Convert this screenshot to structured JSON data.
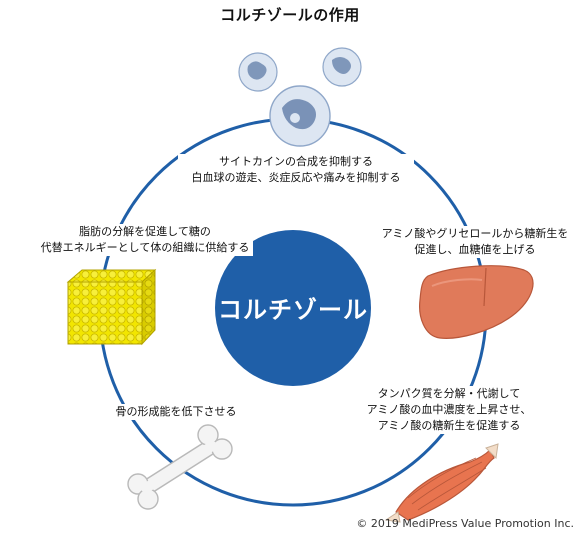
{
  "title": "コルチゾールの作用",
  "center": "コルチゾール",
  "effects": {
    "immune": {
      "line1": "サイトカインの合成を抑制する",
      "line2": "白血球の遊走、炎症反応や痛みを抑制する"
    },
    "liver": {
      "line1": "アミノ酸やグリセロールから糖新生を",
      "line2": "促進し、血糖値を上げる"
    },
    "muscle": {
      "line1": "タンパク質を分解・代謝して",
      "line2": "アミノ酸の血中濃度を上昇させ、",
      "line3": "アミノ酸の糖新生を促進する"
    },
    "bone": {
      "line1": "骨の形成能を低下させる"
    },
    "fat": {
      "line1": "脂肪の分解を促進して糖の",
      "line2": "代替エネルギーとして体の組織に供給する"
    }
  },
  "copyright": "© 2019 MediPress Value Promotion Inc.",
  "colors": {
    "ring": "#1f5fa8",
    "center": "#1f5fa8",
    "fat": "#f2e600",
    "liver": "#e07a5a",
    "muscle": "#e8744f",
    "bone": "#f4f4f4",
    "cell": "#9db4d6"
  },
  "icons": [
    "white-blood-cells-icon",
    "liver-icon",
    "muscle-icon",
    "bone-icon",
    "fat-tissue-icon"
  ]
}
